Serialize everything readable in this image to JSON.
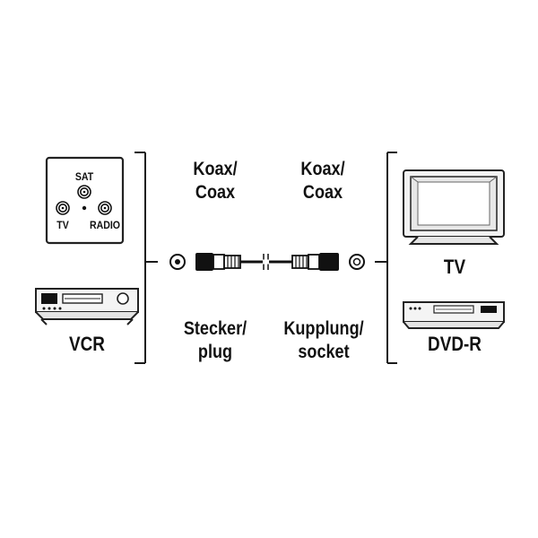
{
  "left": {
    "wall_socket": {
      "sat_label": "SAT",
      "tv_label": "TV",
      "radio_label": "RADIO"
    },
    "vcr_label": "VCR"
  },
  "cable": {
    "left_top": [
      "Koax/",
      "Coax"
    ],
    "right_top": [
      "Koax/",
      "Coax"
    ],
    "left_bottom": [
      "Stecker/",
      "plug"
    ],
    "right_bottom": [
      "Kupplung/",
      "socket"
    ]
  },
  "right": {
    "tv_label": "TV",
    "dvdr_label": "DVD-R"
  }
}
